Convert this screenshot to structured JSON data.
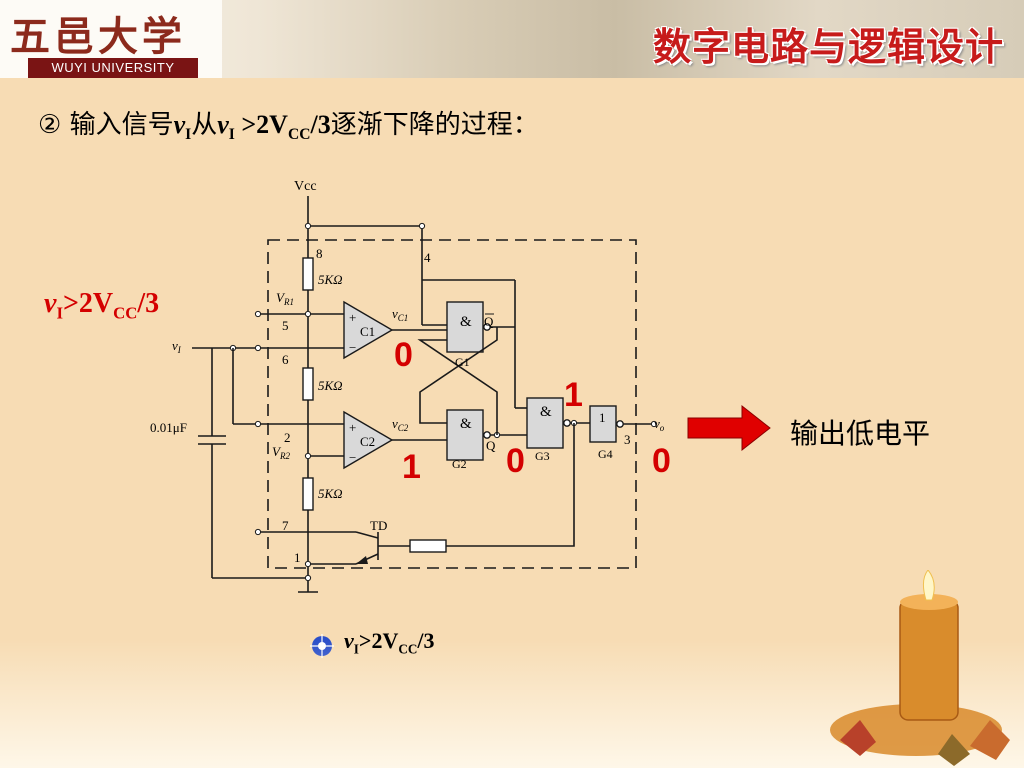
{
  "header": {
    "university_cn": "五邑大学",
    "university_en": "WUYI UNIVERSITY",
    "course_title": "数字电路与逻辑设计"
  },
  "subtitle": {
    "prefix": "② 输入信号",
    "var1": "v",
    "sub1": "I",
    "mid": "从",
    "var2": "v",
    "sub2": "I",
    "cond_a": " >2V",
    "cond_sub": "CC",
    "cond_b": "/3",
    "suffix": "逐渐下降的过程："
  },
  "left_label": {
    "var": "v",
    "sub": "I",
    "cmp": ">2V",
    "cc": "CC",
    "tail": "/3"
  },
  "output_label": "输出低电平",
  "bottom_note": {
    "var": "v",
    "sub": "I",
    "cmp": ">2V",
    "cc": "CC",
    "tail": "/3"
  },
  "circuit": {
    "vcc": "Vcc",
    "pins": {
      "p8": "8",
      "p4": "4",
      "p5": "5",
      "p6": "6",
      "p2": "2",
      "p7": "7",
      "p1": "1",
      "p3": "3"
    },
    "resistor_label": "5KΩ",
    "vr1": "V",
    "vr1_sub": "R1",
    "vr2": "V",
    "vr2_sub": "R2",
    "vi": "v",
    "vi_sub": "I",
    "capacitor": "0.01μF",
    "c1": "C1",
    "c2": "C2",
    "plus": "+",
    "minus": "−",
    "vc1": "v",
    "vc1_sub": "C1",
    "vc2": "v",
    "vc2_sub": "C2",
    "and": "&",
    "inv": "1",
    "q": "Q",
    "qbar": "Q",
    "g1": "G1",
    "g2": "G2",
    "g3": "G3",
    "g4": "G4",
    "td": "TD",
    "vo": "v",
    "vo_sub": "o"
  },
  "levels": {
    "c1_out": "0",
    "g3_in_top": "1",
    "c2_out": "1",
    "q": "0",
    "vo": "0"
  },
  "colors": {
    "level_red": "#d40000",
    "arrow_red": "#e00000",
    "title_red": "#c71b1b",
    "background": "#f7dcb4"
  }
}
